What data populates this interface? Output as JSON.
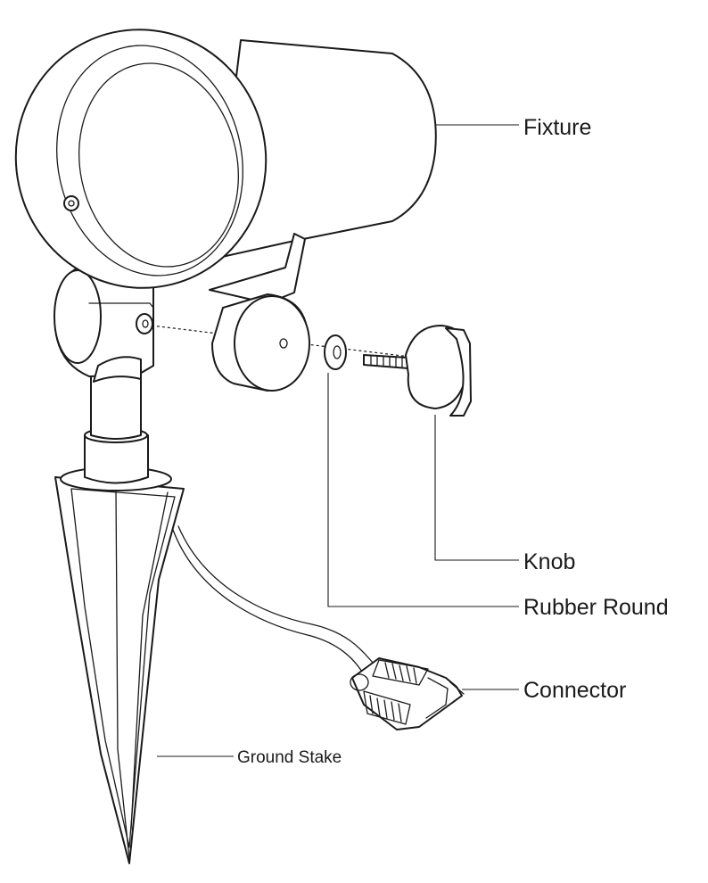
{
  "labels": {
    "fixture": "Fixture",
    "knob": "Knob",
    "rubber_round": "Rubber Round",
    "connector": "Connector",
    "ground_stake": "Ground Stake"
  },
  "colors": {
    "line": "#1a1a1a",
    "background": "#ffffff"
  }
}
